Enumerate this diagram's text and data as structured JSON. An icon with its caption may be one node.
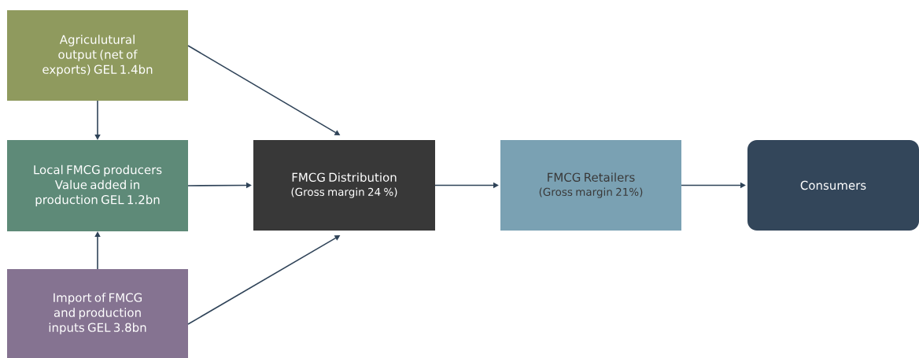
{
  "diagram": {
    "nodes": [
      {
        "text": [
          "Agriculutural output (net of exports) GEL 1.4bn"
        ]
      },
      {
        "text": [
          "Local FMCG producers Value added in production GEL 1.2bn"
        ]
      },
      {
        "text": [
          "Import of FMCG and production inputs GEL 3.8bn"
        ]
      },
      {
        "text": [
          "FMCG Distribution",
          "(Gross margin 24 %)"
        ]
      },
      {
        "text": [
          "FMCG Retailers",
          "(Gross margin 21%)"
        ]
      },
      {
        "text": [
          "Consumers"
        ]
      }
    ],
    "edges": [
      {
        "from": 0,
        "to": 1,
        "arrow": "to"
      },
      {
        "from": 2,
        "to": 1,
        "arrow": "to"
      },
      {
        "from": 0,
        "to": 3,
        "arrow": "to"
      },
      {
        "from": 1,
        "to": 3,
        "arrow": "to"
      },
      {
        "from": 2,
        "to": 3,
        "arrow": "to"
      },
      {
        "from": 3,
        "to": 4,
        "arrow": "to"
      },
      {
        "from": 4,
        "to": 5,
        "arrow": "to"
      }
    ]
  }
}
